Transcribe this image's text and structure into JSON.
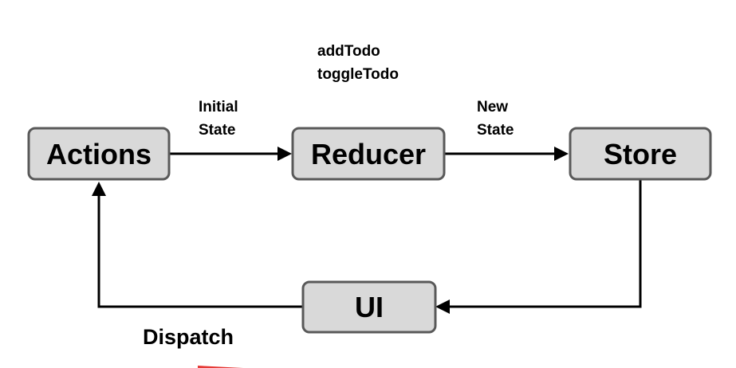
{
  "nodes": {
    "actions": "Actions",
    "reducer": "Reducer",
    "store": "Store",
    "ui": "UI"
  },
  "labels": {
    "actions_list": [
      "addTodo",
      "toggleTodo"
    ],
    "initial_state": [
      "Initial",
      "State"
    ],
    "new_state": [
      "New",
      "State"
    ],
    "dispatch": "Dispatch"
  },
  "colors": {
    "node_fill": "#d9d9d9",
    "node_stroke": "#595959",
    "edge": "#000000",
    "partial_mark": "#e53935"
  }
}
